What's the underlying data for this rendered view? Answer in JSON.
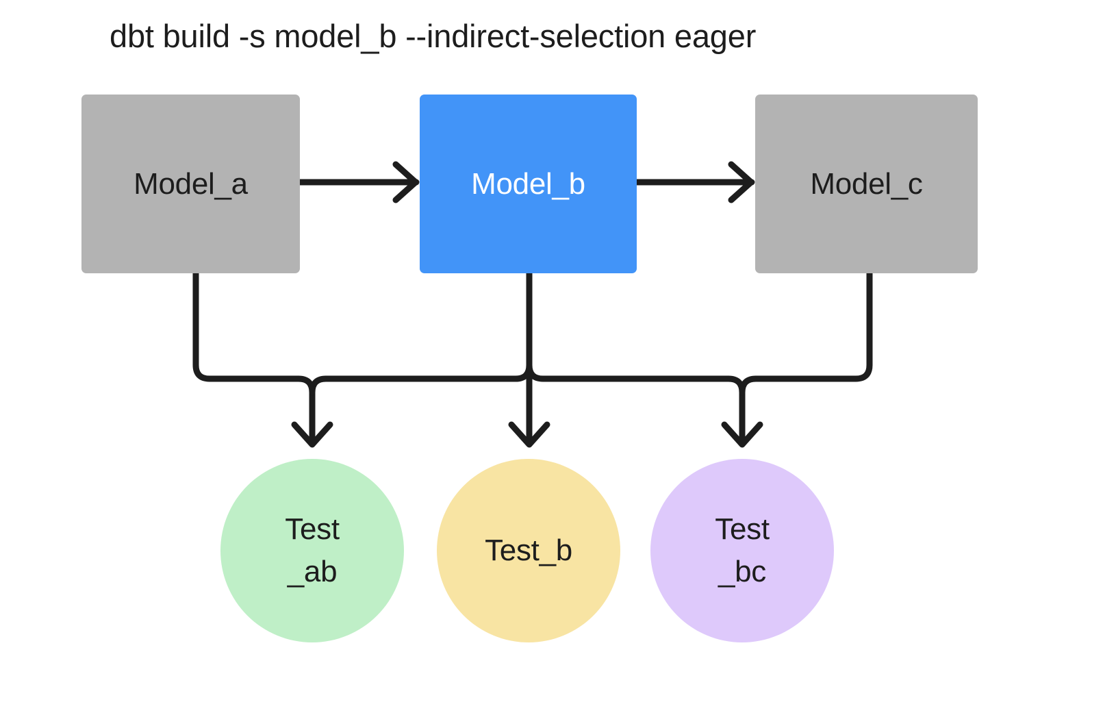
{
  "diagram": {
    "title": "dbt build -s model_b --indirect-selection eager",
    "background": "#ffffff",
    "edge_color": "#1d1d1d",
    "models": [
      {
        "id": "model_a",
        "label": "Model_a",
        "shape": "rectangle",
        "fill": "#b3b3b3",
        "text_color": "#1d1d1d",
        "selected": false
      },
      {
        "id": "model_b",
        "label": "Model_b",
        "shape": "rectangle",
        "fill": "#4294f8",
        "text_color": "#ffffff",
        "selected": true
      },
      {
        "id": "model_c",
        "label": "Model_c",
        "shape": "rectangle",
        "fill": "#b3b3b3",
        "text_color": "#1d1d1d",
        "selected": false
      }
    ],
    "tests": [
      {
        "id": "test_ab",
        "label_line1": "Test",
        "label_line2": "_ab",
        "shape": "circle",
        "fill": "#bfefc7",
        "text_color": "#1d1d1d"
      },
      {
        "id": "test_b",
        "label_line1": "Test_b",
        "label_line2": "",
        "shape": "circle",
        "fill": "#f8e4a3",
        "text_color": "#1d1d1d"
      },
      {
        "id": "test_bc",
        "label_line1": "Test",
        "label_line2": "_bc",
        "shape": "circle",
        "fill": "#dec9fb",
        "text_color": "#1d1d1d"
      }
    ],
    "edges": [
      {
        "from": "model_a",
        "to": "model_b",
        "kind": "arrow-right"
      },
      {
        "from": "model_b",
        "to": "model_c",
        "kind": "arrow-right"
      },
      {
        "from": "model_a",
        "to": "test_ab",
        "kind": "arrow-down-elbow"
      },
      {
        "from": "model_b",
        "to": "test_ab",
        "kind": "arrow-down-elbow"
      },
      {
        "from": "model_b",
        "to": "test_b",
        "kind": "arrow-down"
      },
      {
        "from": "model_b",
        "to": "test_bc",
        "kind": "arrow-down-elbow"
      },
      {
        "from": "model_c",
        "to": "test_bc",
        "kind": "arrow-down-elbow"
      }
    ]
  }
}
